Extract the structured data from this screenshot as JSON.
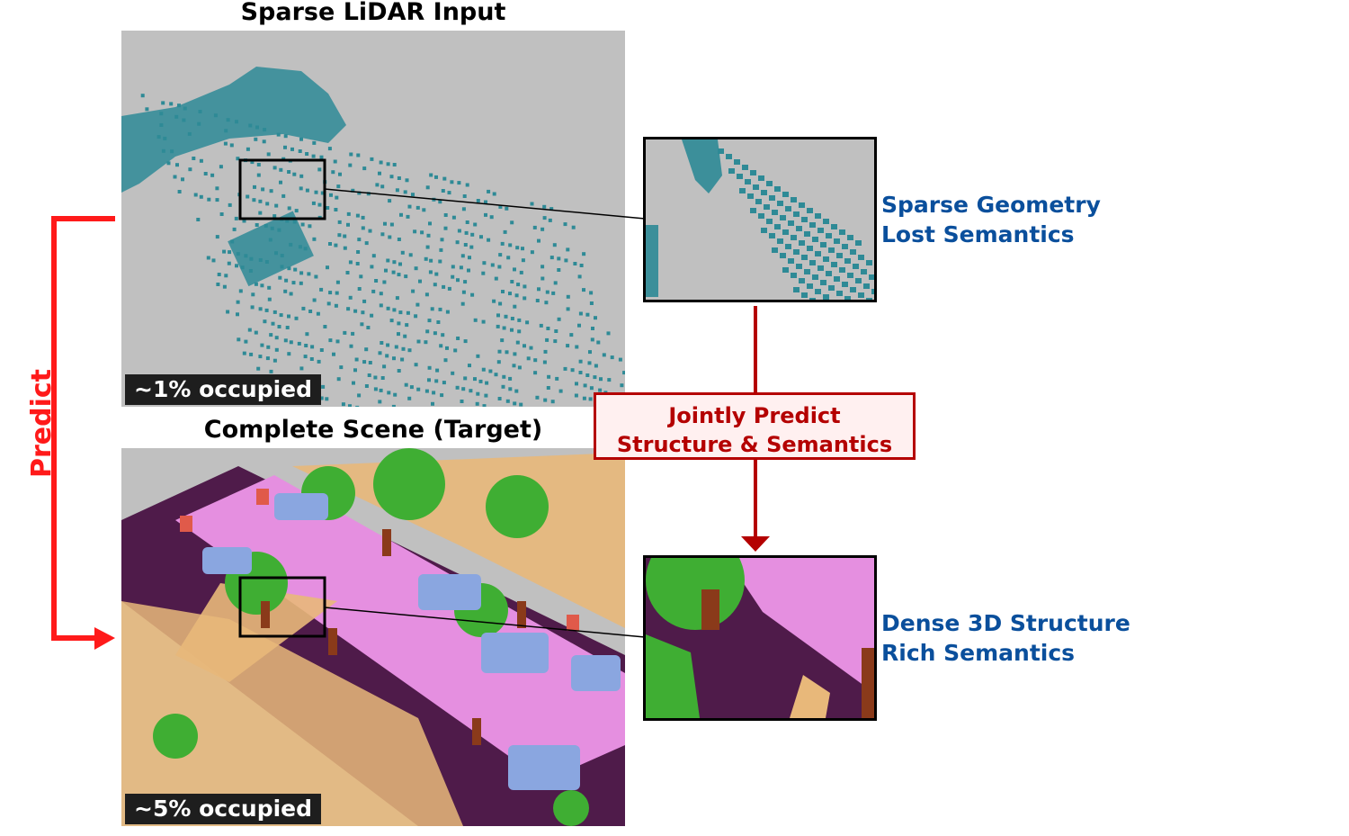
{
  "top": {
    "title": "Sparse LiDAR Input",
    "badge": "~1% occupied",
    "callout_line1": "Sparse Geometry",
    "callout_line2": "Lost Semantics"
  },
  "bottom": {
    "title": "Complete Scene (Target)",
    "badge": "~5% occupied",
    "callout_line1": "Dense 3D Structure",
    "callout_line2": "Rich Semantics"
  },
  "middle": {
    "line1": "Jointly Predict",
    "line2": "Structure & Semantics"
  },
  "side": {
    "label": "Predict"
  },
  "colors": {
    "lidar_voxel": "#2e8a96",
    "road": "#e58fe0",
    "sidewalk": "#4f1b4a",
    "building": "#e8b87a",
    "vegetation": "#3fae33",
    "trunk": "#8a3a1a",
    "car": "#8aa6e0",
    "person": "#e05a4a",
    "accent_red": "#b40000",
    "arrow_red": "#ff1a1a",
    "callout_blue": "#0a4f9c"
  }
}
